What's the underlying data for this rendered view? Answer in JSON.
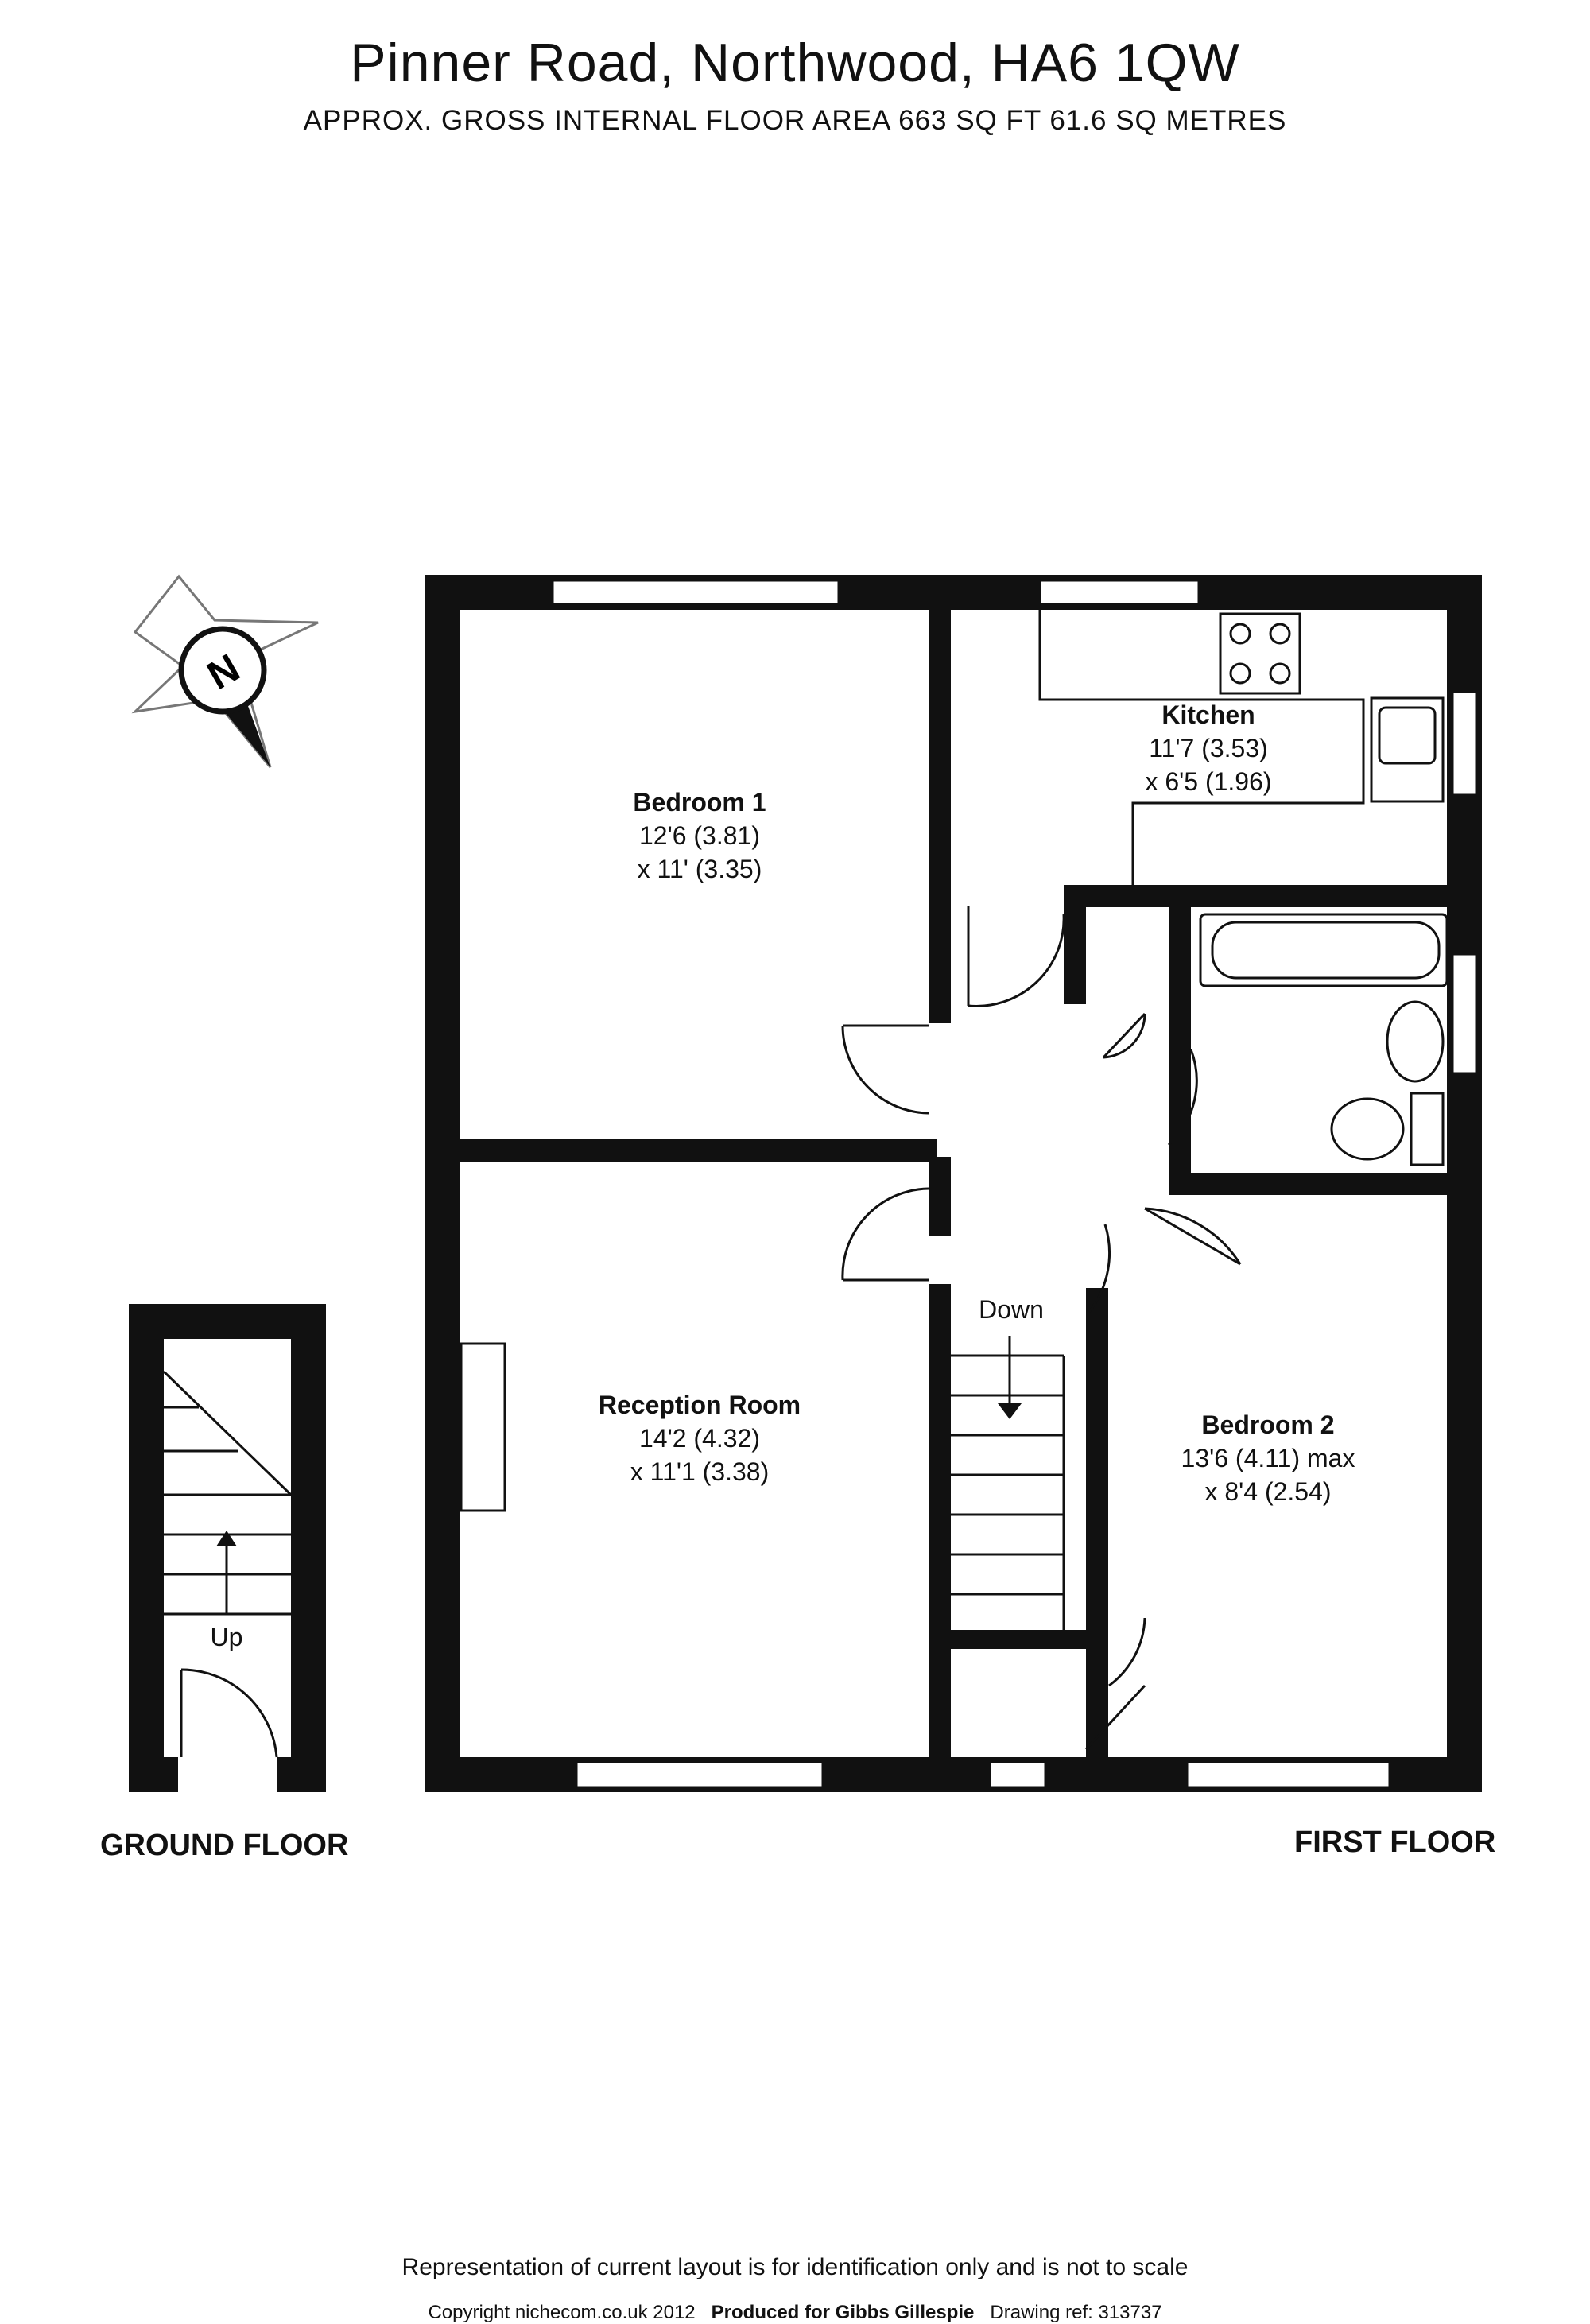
{
  "header": {
    "title": "Pinner Road, Northwood, HA6 1QW",
    "subtitle": "APPROX. GROSS INTERNAL FLOOR AREA 663 SQ FT 61.6 SQ METRES"
  },
  "compass": {
    "label": "N"
  },
  "rooms": {
    "bedroom1": {
      "name": "Bedroom 1",
      "dim1": "12'6 (3.81)",
      "dim2": "x 11' (3.35)"
    },
    "kitchen": {
      "name": "Kitchen",
      "dim1": "11'7 (3.53)",
      "dim2": "x 6'5 (1.96)"
    },
    "reception": {
      "name": "Reception Room",
      "dim1": "14'2 (4.32)",
      "dim2": "x 11'1 (3.38)"
    },
    "bedroom2": {
      "name": "Bedroom 2",
      "dim1": "13'6 (4.11) max",
      "dim2": "x 8'4 (2.54)"
    }
  },
  "stairs": {
    "down_label": "Down",
    "up_label": "Up"
  },
  "floors": {
    "ground": "GROUND FLOOR",
    "first": "FIRST FLOOR"
  },
  "footer": {
    "note": "Representation of current layout is for identification only and is not to scale",
    "copyright": "Copyright nichecom.co.uk 2012",
    "produced": "Produced for Gibbs Gillespie",
    "drawing_ref": "Drawing ref:  313737"
  }
}
